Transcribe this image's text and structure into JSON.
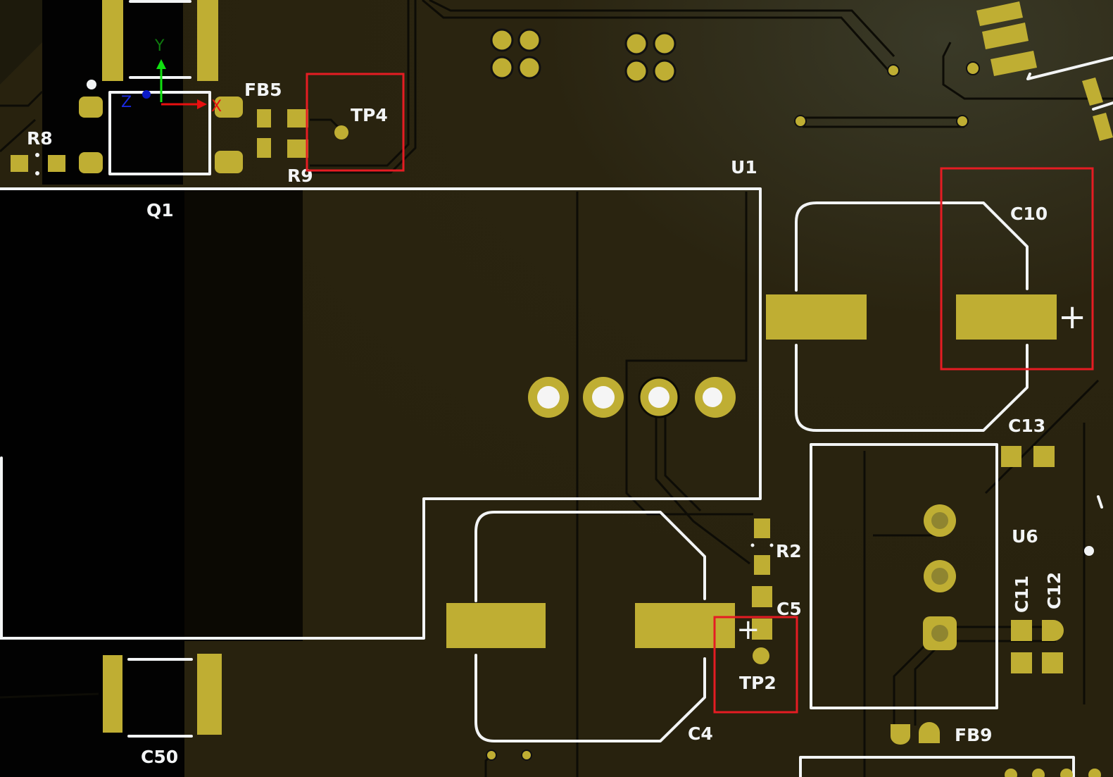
{
  "view": {
    "type": "PCB 3D viewer (top layer)",
    "board_color": "#2a2410",
    "copper_color": "#bfae33",
    "silkscreen_color": "#f2f4f5",
    "highlight_color": "#e51c23"
  },
  "axis_gizmo": {
    "x_label": "X",
    "y_label": "Y",
    "z_label": "Z"
  },
  "components": {
    "Q1": "Q1",
    "R8": "R8",
    "FB5": "FB5",
    "R9": "R9",
    "TP4": "TP4",
    "U1": "U1",
    "C10": "C10",
    "C13": "C13",
    "U6": "U6",
    "C11": "C11",
    "C12": "C12",
    "R2": "R2",
    "C5": "C5",
    "TP2": "TP2",
    "C4": "C4",
    "C50": "C50",
    "FB9": "FB9"
  },
  "highlighted": [
    "TP4",
    "C10",
    "TP2"
  ],
  "polarity_marks": {
    "C10": "+",
    "C4": "+"
  }
}
